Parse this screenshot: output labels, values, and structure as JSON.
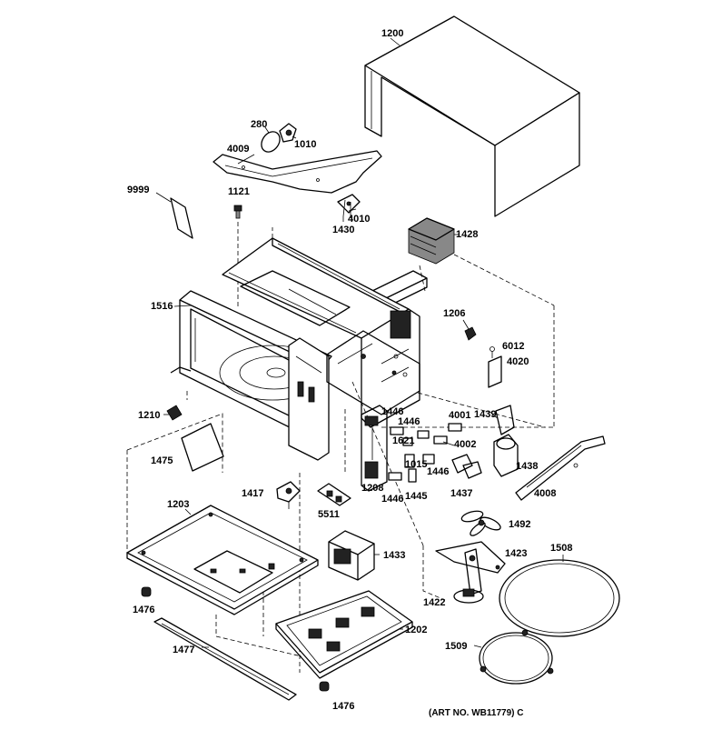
{
  "labels": {
    "p1200": "1200",
    "p280": "280",
    "p1010": "1010",
    "p4009": "4009",
    "p9999": "9999",
    "p1121": "1121",
    "p4010": "4010",
    "p1430": "1430",
    "p1428": "1428",
    "p1516": "1516",
    "p1206": "1206",
    "p6012": "6012",
    "p4020": "4020",
    "p1446a": "1446",
    "p1446b": "1446",
    "p4001": "4001",
    "p1439": "1439",
    "p1621": "1621",
    "p4002": "4002",
    "p1210": "1210",
    "p1015": "1015",
    "p1438": "1438",
    "p1446c": "1446",
    "p1475": "1475",
    "p1208": "1208",
    "p1446d": "1446",
    "p1445": "1445",
    "p1437": "1437",
    "p4008": "4008",
    "p1417": "1417",
    "p5511": "5511",
    "p1492": "1492",
    "p1203": "1203",
    "p1433": "1433",
    "p1423": "1423",
    "p1508": "1508",
    "p1476a": "1476",
    "p1422": "1422",
    "p1202": "1202",
    "p1477": "1477",
    "p1509": "1509",
    "p1476b": "1476"
  },
  "art_number": "(ART NO. WB11779) C"
}
